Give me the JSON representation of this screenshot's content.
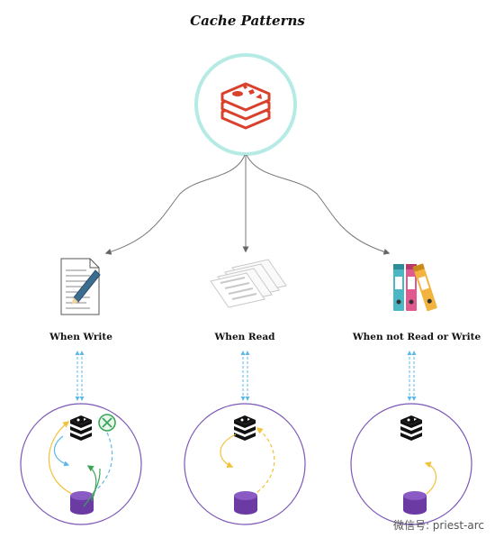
{
  "title": "Cache Patterns",
  "branches": [
    {
      "label": "When Write",
      "source_icon": "document-pen-icon",
      "cache_status": "invalidated"
    },
    {
      "label": "When Read",
      "source_icon": "stacked-papers-icon",
      "cache_status": "active"
    },
    {
      "label": "When not Read or Write",
      "source_icon": "binders-icon",
      "cache_status": "idle"
    }
  ],
  "root_icon": "redis-logo-icon",
  "cache_icon": "redis-cube-icon",
  "db_icon": "database-cylinder-icon",
  "watermark": "微信号: priest-arc",
  "colors": {
    "root_ring": "#b6ebe5",
    "circle_border": "#7b57b8",
    "redis_red": "#d9412d",
    "db_purple": "#6b3aa3",
    "arrow_blue": "#5bb8e8",
    "arrow_yellow": "#f3c23b",
    "arrow_green": "#3aa55a",
    "connector_gray": "#777777"
  }
}
